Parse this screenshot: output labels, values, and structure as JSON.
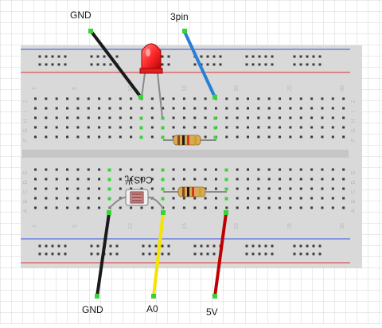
{
  "labels": {
    "gnd_top": "GND",
    "pin3": "3pin",
    "gnd_bottom": "GND",
    "a0": "A0",
    "v5": "5V",
    "cds": "CdS光"
  },
  "breadboard": {
    "row_letters_top": [
      "J",
      "I",
      "H",
      "G",
      "F"
    ],
    "row_letters_bottom": [
      "E",
      "D",
      "C",
      "B",
      "A"
    ],
    "column_numbers": [
      "1",
      "5",
      "10",
      "15",
      "20",
      "25",
      "30"
    ]
  },
  "colors": {
    "board": "#d9d9d9",
    "hole": "#3a3a3a",
    "rail_blue": "#3355dd",
    "rail_red": "#dd3333",
    "wire_black": "#1a1a1a",
    "wire_blue": "#2a7fd4",
    "wire_yellow": "#f4e400",
    "wire_red": "#c00000",
    "wire_end_green": "#39d339",
    "led_red": "#ff2a2a",
    "grid": "#d6d6d6"
  }
}
